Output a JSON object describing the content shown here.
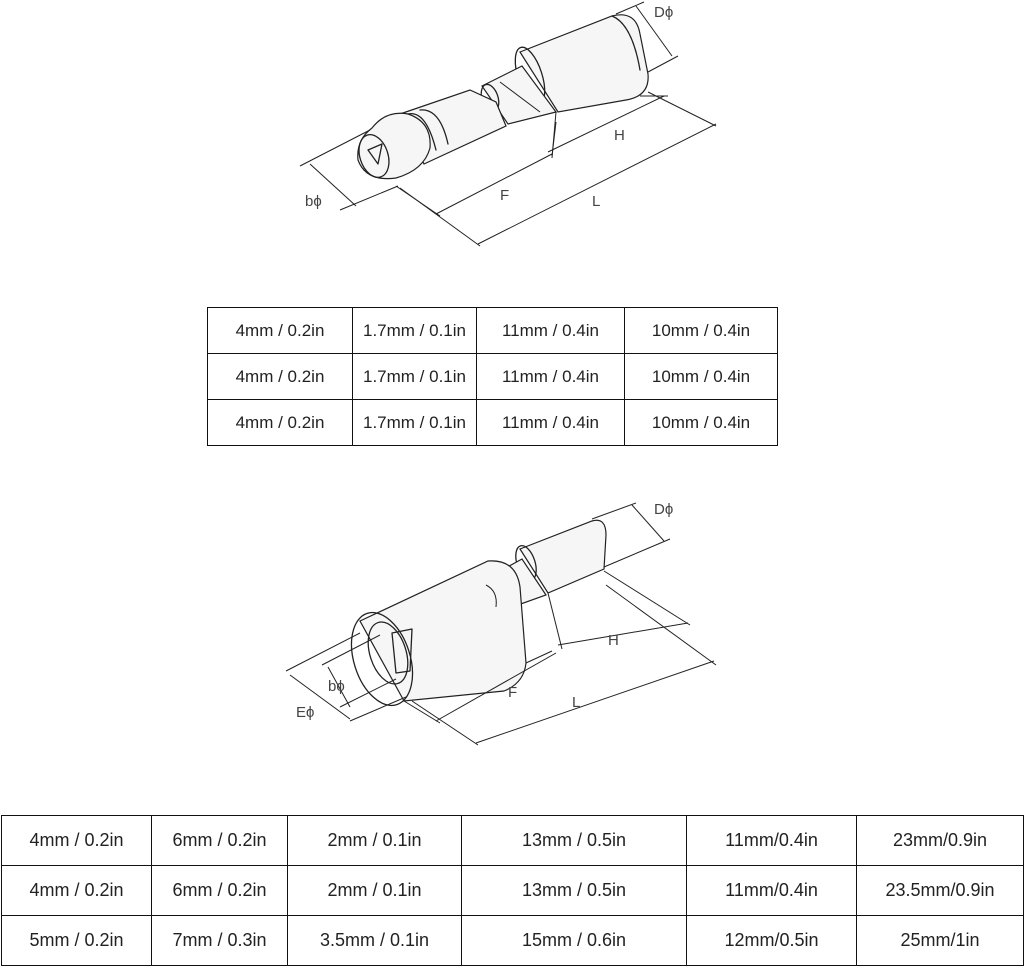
{
  "male_drawing": {
    "dimension_labels": {
      "d": "bϕ",
      "D": "Dϕ",
      "F": "F",
      "H": "H",
      "L": "L"
    }
  },
  "male_table": {
    "rows": [
      [
        "4mm / 0.2in",
        "1.7mm / 0.1in",
        "11mm / 0.4in",
        "10mm / 0.4in"
      ],
      [
        "4mm / 0.2in",
        "1.7mm / 0.1in",
        "11mm / 0.4in",
        "10mm / 0.4in"
      ],
      [
        "4mm / 0.2in",
        "1.7mm / 0.1in",
        "11mm / 0.4in",
        "10mm / 0.4in"
      ]
    ]
  },
  "female_drawing": {
    "dimension_labels": {
      "d": "bϕ",
      "E": "Eϕ",
      "D": "Dϕ",
      "F": "F",
      "H": "H",
      "L": "L"
    }
  },
  "female_table": {
    "rows": [
      [
        "4mm / 0.2in",
        "6mm / 0.2in",
        "2mm / 0.1in",
        "13mm / 0.5in",
        "11mm/0.4in",
        "23mm/0.9in"
      ],
      [
        "4mm / 0.2in",
        "6mm / 0.2in",
        "2mm / 0.1in",
        "13mm / 0.5in",
        "11mm/0.4in",
        "23.5mm/0.9in"
      ],
      [
        "5mm / 0.2in",
        "7mm / 0.3in",
        "3.5mm / 0.1in",
        "15mm / 0.6in",
        "12mm/0.5in",
        "25mm/1in"
      ]
    ]
  }
}
